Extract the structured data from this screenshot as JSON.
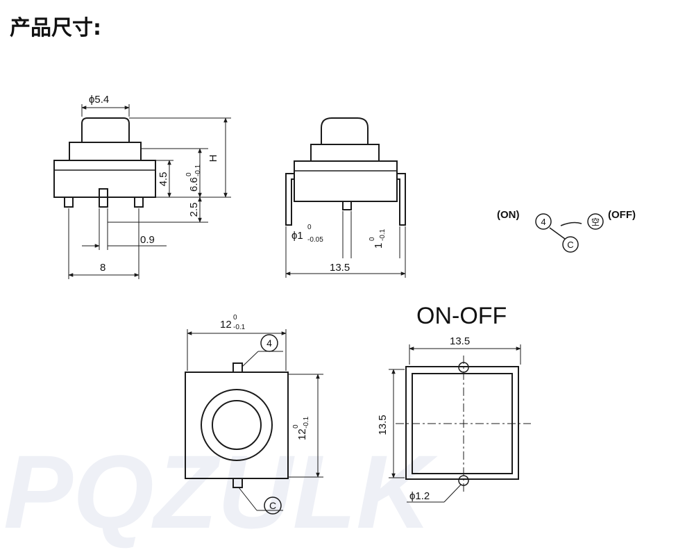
{
  "title": "产品尺寸:",
  "watermark": "PQZULK",
  "side_view": {
    "cap_diameter": "ϕ5.4",
    "height_label": "H",
    "body_height": "4.5",
    "total_height": "6.6",
    "total_height_tol_upper": "0",
    "total_height_tol_lower": "-0.1",
    "pin_length": "2.5",
    "pin_width": "0.9",
    "pin_spacing": "8"
  },
  "front_view": {
    "pin_diameter": "ϕ1",
    "pin_diameter_tol_upper": "0",
    "pin_diameter_tol_lower": "-0.05",
    "pin_thickness": "1",
    "pin_thickness_tol_upper": "0",
    "pin_thickness_tol_lower": "-0.1",
    "overall_width": "13.5"
  },
  "circuit": {
    "on_label": "(ON)",
    "on_terminal": "4",
    "common_terminal": "C",
    "off_terminal": "空",
    "off_label": "(OFF)"
  },
  "top_view": {
    "width": "12",
    "width_tol_upper": "0",
    "width_tol_lower": "-0.1",
    "depth": "12",
    "depth_tol_upper": "0",
    "depth_tol_lower": "-0.1",
    "terminal_top": "4",
    "terminal_bottom": "C"
  },
  "footprint": {
    "heading": "ON-OFF",
    "width": "13.5",
    "height": "13.5",
    "hole_diameter": "ϕ1.2"
  },
  "colors": {
    "line": "#1a1a1a",
    "text": "#111111",
    "watermark": "#eef0f6"
  }
}
